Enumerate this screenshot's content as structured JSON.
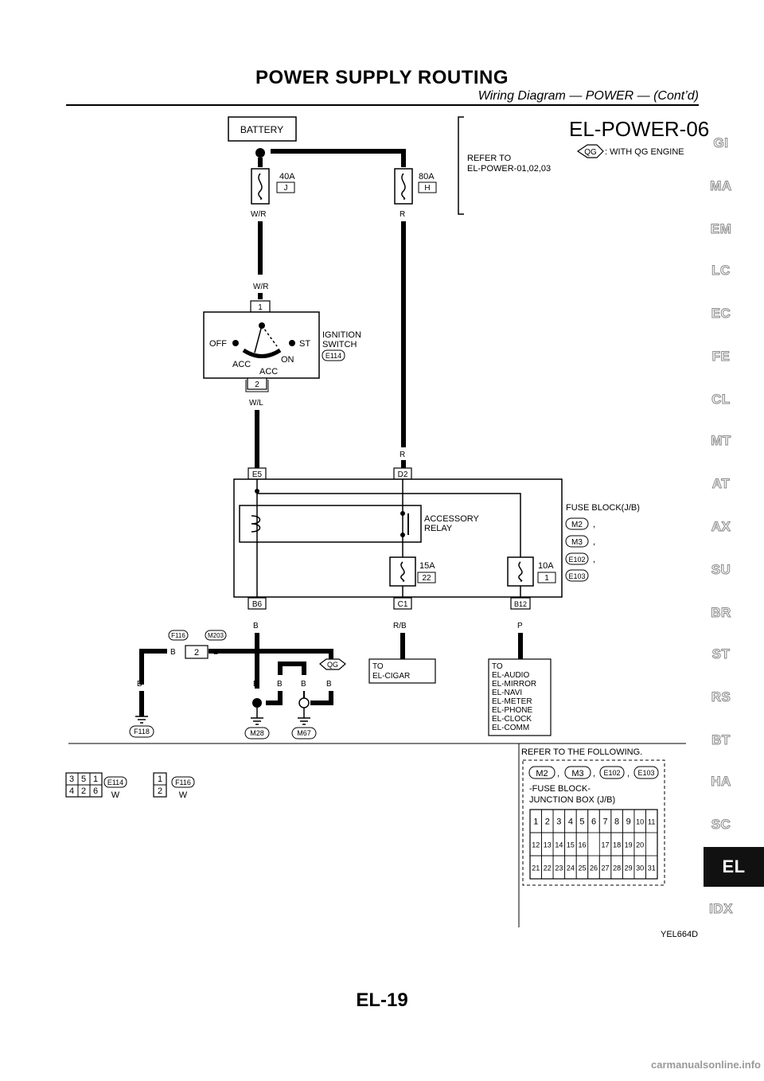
{
  "header": {
    "title": "POWER SUPPLY ROUTING",
    "subtitle": "Wiring Diagram — POWER — (Cont’d)"
  },
  "side_tabs": [
    "GI",
    "MA",
    "EM",
    "LC",
    "EC",
    "FE",
    "CL",
    "MT",
    "AT",
    "AX",
    "SU",
    "BR",
    "ST",
    "RS",
    "BT",
    "HA",
    "SC",
    "EL",
    "IDX"
  ],
  "active_tab": "EL",
  "diagram": {
    "code": "EL-POWER-06",
    "battery_label": "BATTERY",
    "refer_to": [
      "REFER TO",
      "EL-POWER-01,02,03"
    ],
    "qg_badge": "QG",
    "qg_note": ": WITH QG ENGINE",
    "fuse_40a": {
      "rating": "40A",
      "id": "J"
    },
    "fuse_80a": {
      "rating": "80A",
      "id": "H"
    },
    "wire_wr": "W/R",
    "wire_r": "R",
    "wire_wl": "W/L",
    "ignition": {
      "pin1": "1",
      "pin2": "2",
      "off": "OFF",
      "st": "ST",
      "on": "ON",
      "acc1": "ACC",
      "acc2": "ACC",
      "label": [
        "IGNITION",
        "SWITCH"
      ],
      "connector": "E114"
    },
    "fuse_block": {
      "e5": "E5",
      "d2": "D2",
      "b6": "B6",
      "c1": "C1",
      "b12": "B12",
      "relay": [
        "ACCESSORY",
        "RELAY"
      ],
      "fuse15": {
        "rating": "15A",
        "id": "22"
      },
      "fuse10": {
        "rating": "10A",
        "id": "1"
      },
      "label": "FUSE BLOCK(J/B)",
      "connectors": [
        "M2",
        "M3",
        "E102",
        "E103"
      ],
      "sep": ","
    },
    "wire_b": "B",
    "wire_rb": "R/B",
    "wire_p": "P",
    "f116": "F116",
    "m203": "M203",
    "joint_pin": "2",
    "grounds": [
      "F118",
      "M28",
      "M67"
    ],
    "to_cigar": [
      "TO",
      "EL-CIGAR"
    ],
    "to_list": [
      "TO",
      "EL-AUDIO",
      "EL-MIRROR",
      "EL-NAVI",
      "EL-METER",
      "EL-PHONE",
      "EL-CLOCK",
      "EL-COMM"
    ]
  },
  "connector_views": {
    "e114": {
      "cells": [
        "3",
        "5",
        "1",
        "4",
        "2",
        "6"
      ],
      "id": "E114",
      "color": "W"
    },
    "f116": {
      "cells": [
        "1",
        "2"
      ],
      "id": "F116",
      "color": "W"
    }
  },
  "refer_following": {
    "title": "REFER TO THE FOLLOWING.",
    "badges": [
      "M2",
      "M3",
      "E102",
      "E103"
    ],
    "text": [
      "-FUSE BLOCK-",
      "JUNCTION BOX (J/B)"
    ],
    "row1": [
      "1",
      "2",
      "3",
      "4",
      "5",
      "6",
      "7",
      "8",
      "9",
      "10",
      "11"
    ],
    "row2": [
      "12",
      "13",
      "14",
      "15",
      "16",
      "17",
      "18",
      "19",
      "20"
    ],
    "row3": [
      "21",
      "22",
      "23",
      "24",
      "25",
      "26",
      "27",
      "28",
      "29",
      "30",
      "31"
    ]
  },
  "figure_code": "YEL664D",
  "page_number": "EL-19",
  "footer": "carmanualsonline.info"
}
